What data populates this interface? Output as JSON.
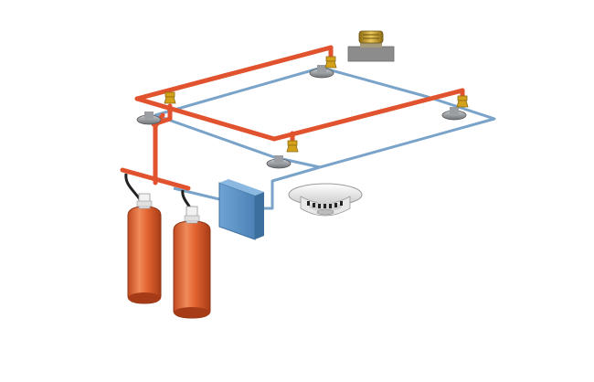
{
  "diagram": {
    "description_visible_text": "",
    "colors": {
      "agent_pipe": "#e0532e",
      "agent_pipe_dark": "#b8391c",
      "detection_wire": "#7aa3c9",
      "detection_wire_dark": "#4f7aa3",
      "cylinder_body": "#e2622f",
      "cylinder_shade": "#b8451f",
      "cylinder_highlight": "#f39a6c",
      "valve_head": "#f2f2f2",
      "control_box": "#5b93c7",
      "control_box_side": "#3d6f9e",
      "nozzle_gold": "#d4a21a",
      "detector_gray": "#8f9397",
      "siren_base": "#8c8c8c",
      "siren_bell": "#c9a23a",
      "smoke_detector": "#f4f4f4"
    },
    "components": {
      "cylinders": [
        "agent-cylinder-left",
        "agent-cylinder-right"
      ],
      "nozzles": [
        "nozzle-top-right",
        "nozzle-left",
        "nozzle-right",
        "nozzle-center"
      ],
      "heat_detectors": [
        "detector-top",
        "detector-left",
        "detector-right",
        "detector-center"
      ],
      "control_panel": "control-panel-icon",
      "alarm": "alarm-bell-icon",
      "smoke_detector": "smoke-detector-icon"
    }
  }
}
